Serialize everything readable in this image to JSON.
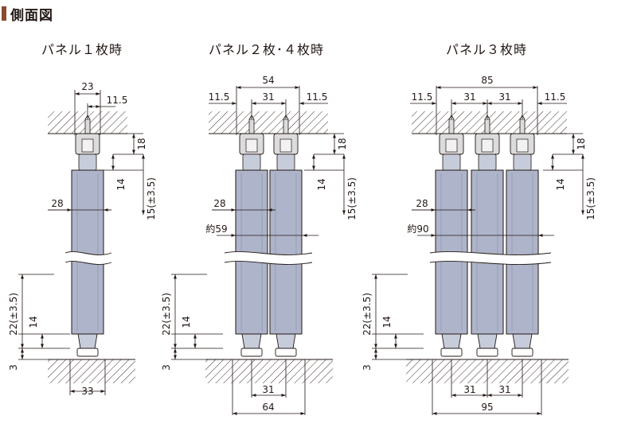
{
  "header": {
    "title": "側面図"
  },
  "colors": {
    "panel": "#aeb4c9",
    "panel_light": "#c7ccdb",
    "rail_fill": "#dcdcdc",
    "line": "#231815",
    "accent": "#8a4a2f"
  },
  "panels": [
    {
      "title": "パネル１枚時",
      "top_width": "23",
      "top_edge": "11.5",
      "rail_h": "18",
      "roller_h": "14",
      "top_total": "15(±3.5)",
      "panel_w": "28",
      "bottom_total": "22(±3.5)",
      "bottom_h": "14",
      "floor_gap": "3",
      "bottom_w": "33"
    },
    {
      "title": "パネル２枚･４枚時",
      "top_total_w": "54",
      "top_left": "11.5",
      "top_mid": "31",
      "top_right": "11.5",
      "rail_h": "18",
      "roller_h": "14",
      "top_total": "15(±3.5)",
      "panel_w": "28",
      "approx_w": "約59",
      "bottom_total": "22(±3.5)",
      "bottom_h": "14",
      "floor_gap": "3",
      "bottom_mid": "31",
      "bottom_w": "64"
    },
    {
      "title": "パネル３枚時",
      "top_total_w": "85",
      "top_left": "11.5",
      "top_mid1": "31",
      "top_mid2": "31",
      "top_right": "11.5",
      "rail_h": "18",
      "roller_h": "14",
      "top_total": "15(±3.5)",
      "panel_w": "28",
      "approx_w": "約90",
      "bottom_total": "22(±3.5)",
      "bottom_h": "14",
      "floor_gap": "3",
      "bottom_mid1": "31",
      "bottom_mid2": "31",
      "bottom_w": "95"
    }
  ]
}
